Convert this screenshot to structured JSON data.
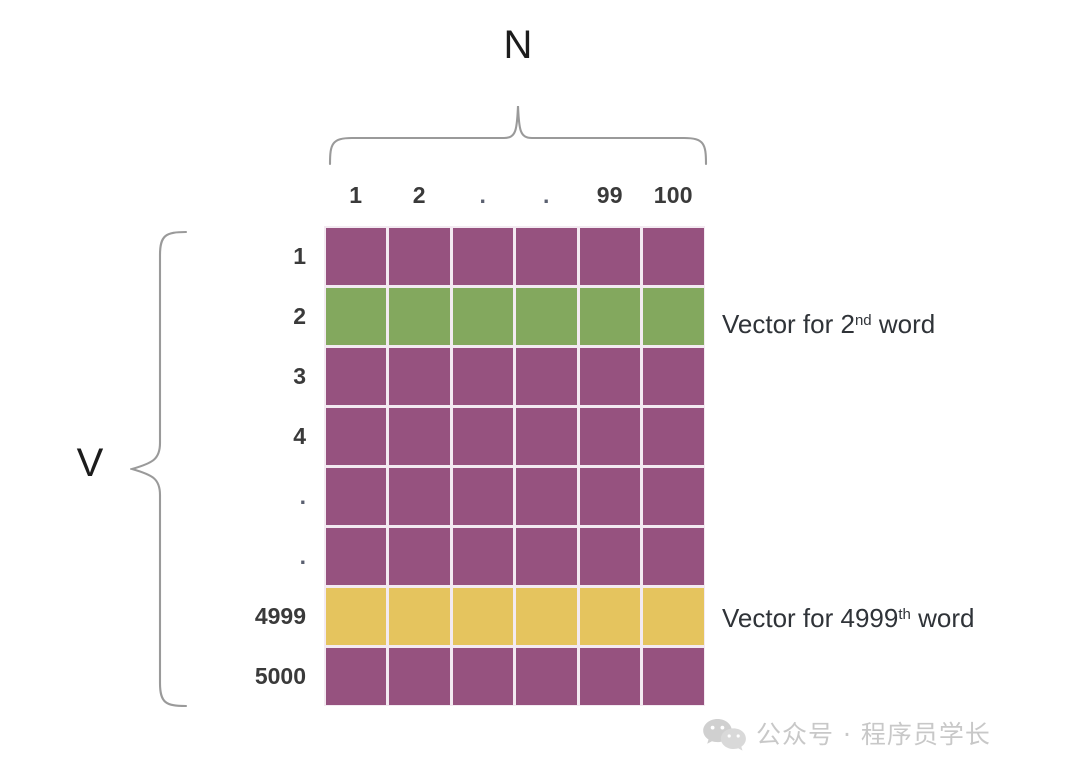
{
  "diagram": {
    "title_top": "N",
    "title_left": "V",
    "column_headers": [
      "1",
      "2",
      ".",
      ".",
      "99",
      "100"
    ],
    "row_headers": [
      "1",
      "2",
      "3",
      "4",
      ".",
      ".",
      "4999",
      "5000"
    ],
    "rows": [
      {
        "index": "1",
        "color_key": "purple"
      },
      {
        "index": "2",
        "color_key": "green"
      },
      {
        "index": "3",
        "color_key": "purple"
      },
      {
        "index": "4",
        "color_key": "purple"
      },
      {
        "index": ".",
        "color_key": "purple"
      },
      {
        "index": ".",
        "color_key": "purple"
      },
      {
        "index": "4999",
        "color_key": "yellow"
      },
      {
        "index": "5000",
        "color_key": "purple"
      }
    ],
    "annotations": {
      "green_row": {
        "prefix": "Vector for 2",
        "ordinal": "nd",
        "suffix": " word"
      },
      "yellow_row": {
        "prefix": "Vector for 4999",
        "ordinal": "th",
        "suffix": " word"
      }
    },
    "colors": {
      "purple": "#96527f",
      "green": "#83a85e",
      "yellow": "#e5c45e",
      "grid_line": "#f3eaf1",
      "brace": "#9a9a9a",
      "text": "#2f3338",
      "background": "#ffffff"
    },
    "columns_count": 6,
    "rows_count": 8
  },
  "watermark": {
    "icon": "wechat-bubbles-icon",
    "text": "公众号 · 程序员学长"
  }
}
